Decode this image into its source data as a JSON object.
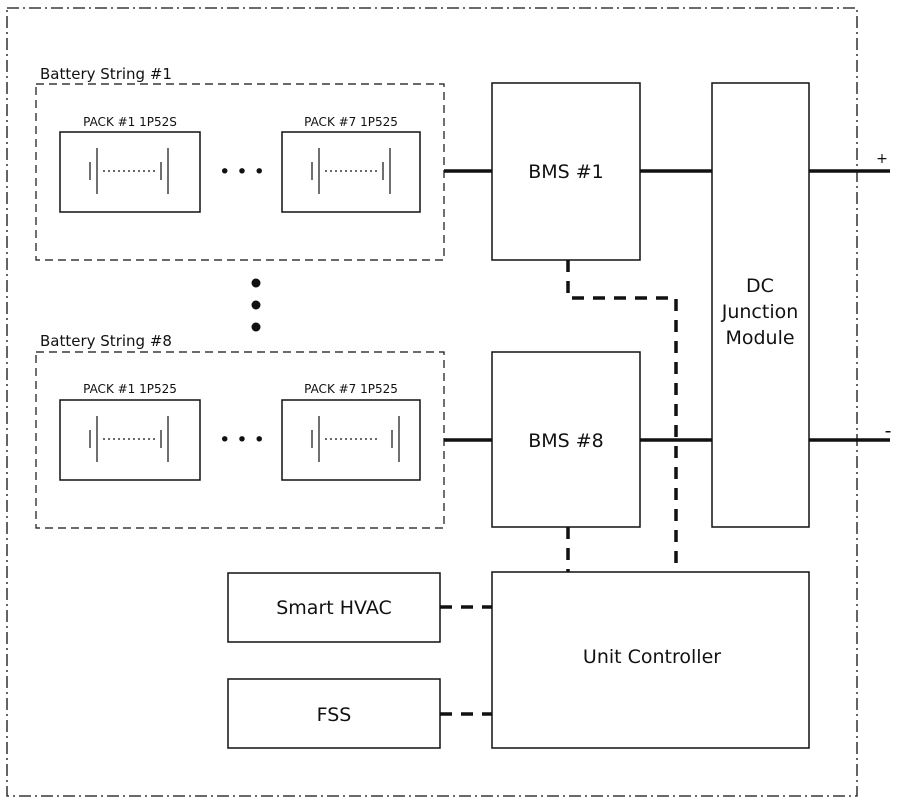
{
  "strings": [
    {
      "label": "Battery String #1",
      "packs": [
        {
          "label": "PACK #1 1P52S"
        },
        {
          "label": "PACK #7 1P525"
        }
      ]
    },
    {
      "label": "Battery String #8",
      "packs": [
        {
          "label": "PACK #1 1P525"
        },
        {
          "label": "PACK #7 1P525"
        }
      ]
    }
  ],
  "ellipsis": "• • •",
  "bms": [
    {
      "label": "BMS #1"
    },
    {
      "label": "BMS #8"
    }
  ],
  "dc_junction": {
    "line1": "DC",
    "line2": "Junction",
    "line3": "Module"
  },
  "unit_controller": {
    "label": "Unit Controller"
  },
  "peripherals": [
    {
      "label": "Smart HVAC"
    },
    {
      "label": "FSS"
    }
  ],
  "terminals": {
    "positive": "+",
    "negative": "-"
  }
}
